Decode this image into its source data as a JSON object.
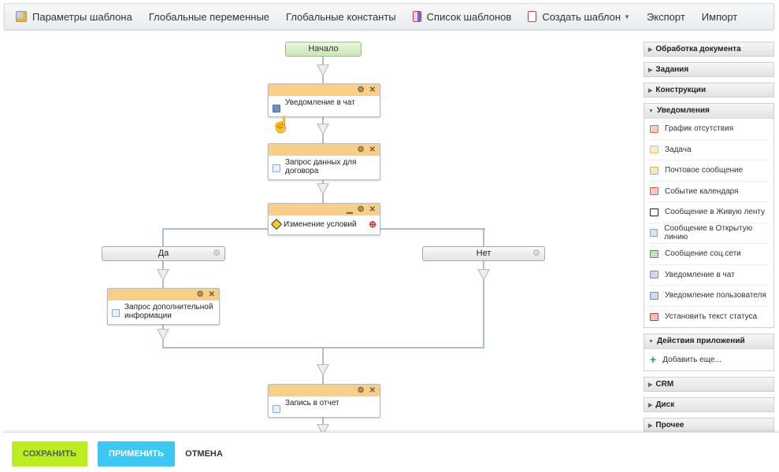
{
  "toolbar": {
    "items": [
      {
        "label": "Параметры шаблона",
        "icon": "settings-template-icon"
      },
      {
        "label": "Глобальные переменные"
      },
      {
        "label": "Глобальные константы"
      },
      {
        "label": "Список шаблонов",
        "icon": "template-list-icon"
      },
      {
        "label": "Создать шаблон",
        "icon": "create-template-icon",
        "dropdown": true
      },
      {
        "label": "Экспорт"
      },
      {
        "label": "Импорт"
      }
    ]
  },
  "flow": {
    "start": "Начало",
    "activities": [
      {
        "title": "Уведомление в чат",
        "icon": "chat-notify-icon"
      },
      {
        "title": "Запрос данных для договора",
        "icon": "request-icon"
      },
      {
        "title": "Изменение условий",
        "icon": "condition-icon"
      },
      {
        "title": "Запрос дополнительной информации",
        "icon": "request-icon"
      },
      {
        "title": "Запись в отчет",
        "icon": "request-icon"
      }
    ],
    "branches": [
      "Да",
      "Нет"
    ]
  },
  "sidebar": {
    "groups": [
      {
        "label": "Обработка документа",
        "expanded": false
      },
      {
        "label": "Задания",
        "expanded": false
      },
      {
        "label": "Конструкции",
        "expanded": false
      },
      {
        "label": "Уведомления",
        "expanded": true,
        "items": [
          {
            "label": "График отсутствия",
            "icon": "absence-chart-icon",
            "color": "#e06a3b"
          },
          {
            "label": "Задача",
            "icon": "task-icon",
            "color": "#e8c85a"
          },
          {
            "label": "Почтовое сообщение",
            "icon": "mail-icon",
            "color": "#d8b34a"
          },
          {
            "label": "Событие календаря",
            "icon": "calendar-icon",
            "color": "#e0603b"
          },
          {
            "label": "Сообщение в Живую ленту",
            "icon": "speech-bubble-icon",
            "color": "#222222"
          },
          {
            "label": "Сообщение в Открытую линию",
            "icon": "open-line-icon",
            "color": "#8ba6cc"
          },
          {
            "label": "Сообщение соц.сети",
            "icon": "social-message-icon",
            "color": "#4aa04a"
          },
          {
            "label": "Уведомление в чат",
            "icon": "chat-notify-icon",
            "color": "#6d8fc4"
          },
          {
            "label": "Уведомление пользователя",
            "icon": "user-notify-icon",
            "color": "#6d8fc4"
          },
          {
            "label": "Установить текст статуса",
            "icon": "status-check-icon",
            "color": "#d23c2c"
          }
        ]
      },
      {
        "label": "Действия приложений",
        "expanded": true,
        "items": [
          {
            "label": "Добавить еще...",
            "icon": "plus-icon",
            "color": "#2e9c2e"
          }
        ]
      },
      {
        "label": "CRM",
        "expanded": false
      },
      {
        "label": "Диск",
        "expanded": false
      },
      {
        "label": "Прочее",
        "expanded": false
      }
    ]
  },
  "footer": {
    "save": "СОХРАНИТЬ",
    "apply": "ПРИМЕНИТЬ",
    "cancel": "ОТМЕНА",
    "save_color": "#bbed21",
    "apply_color": "#3bc8f5"
  }
}
